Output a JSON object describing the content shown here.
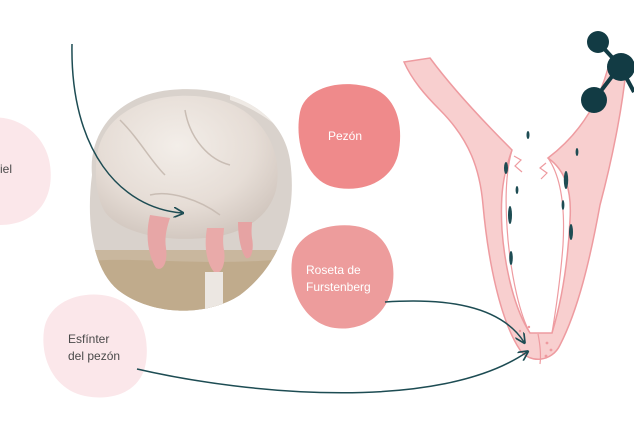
{
  "labels": {
    "left_cut": "iel",
    "pezon": "Pezón",
    "roseta_line1": "Roseta de",
    "roseta_line2": "Furstenberg",
    "esfinter_line1": "Esfínter",
    "esfinter_line2": "del pezón"
  },
  "colors": {
    "pezon_blob": "#ef8a8b",
    "roseta_blob": "#ed9c9c",
    "light_blob": "#fbe7ea",
    "arrow": "#1d4c53",
    "teat_fill": "#f8cfcf",
    "teat_stroke": "#ee9ba0",
    "molecule": "#123b44"
  },
  "icons": {
    "molecule": "molecule-icon",
    "photo": "udder-photo"
  }
}
